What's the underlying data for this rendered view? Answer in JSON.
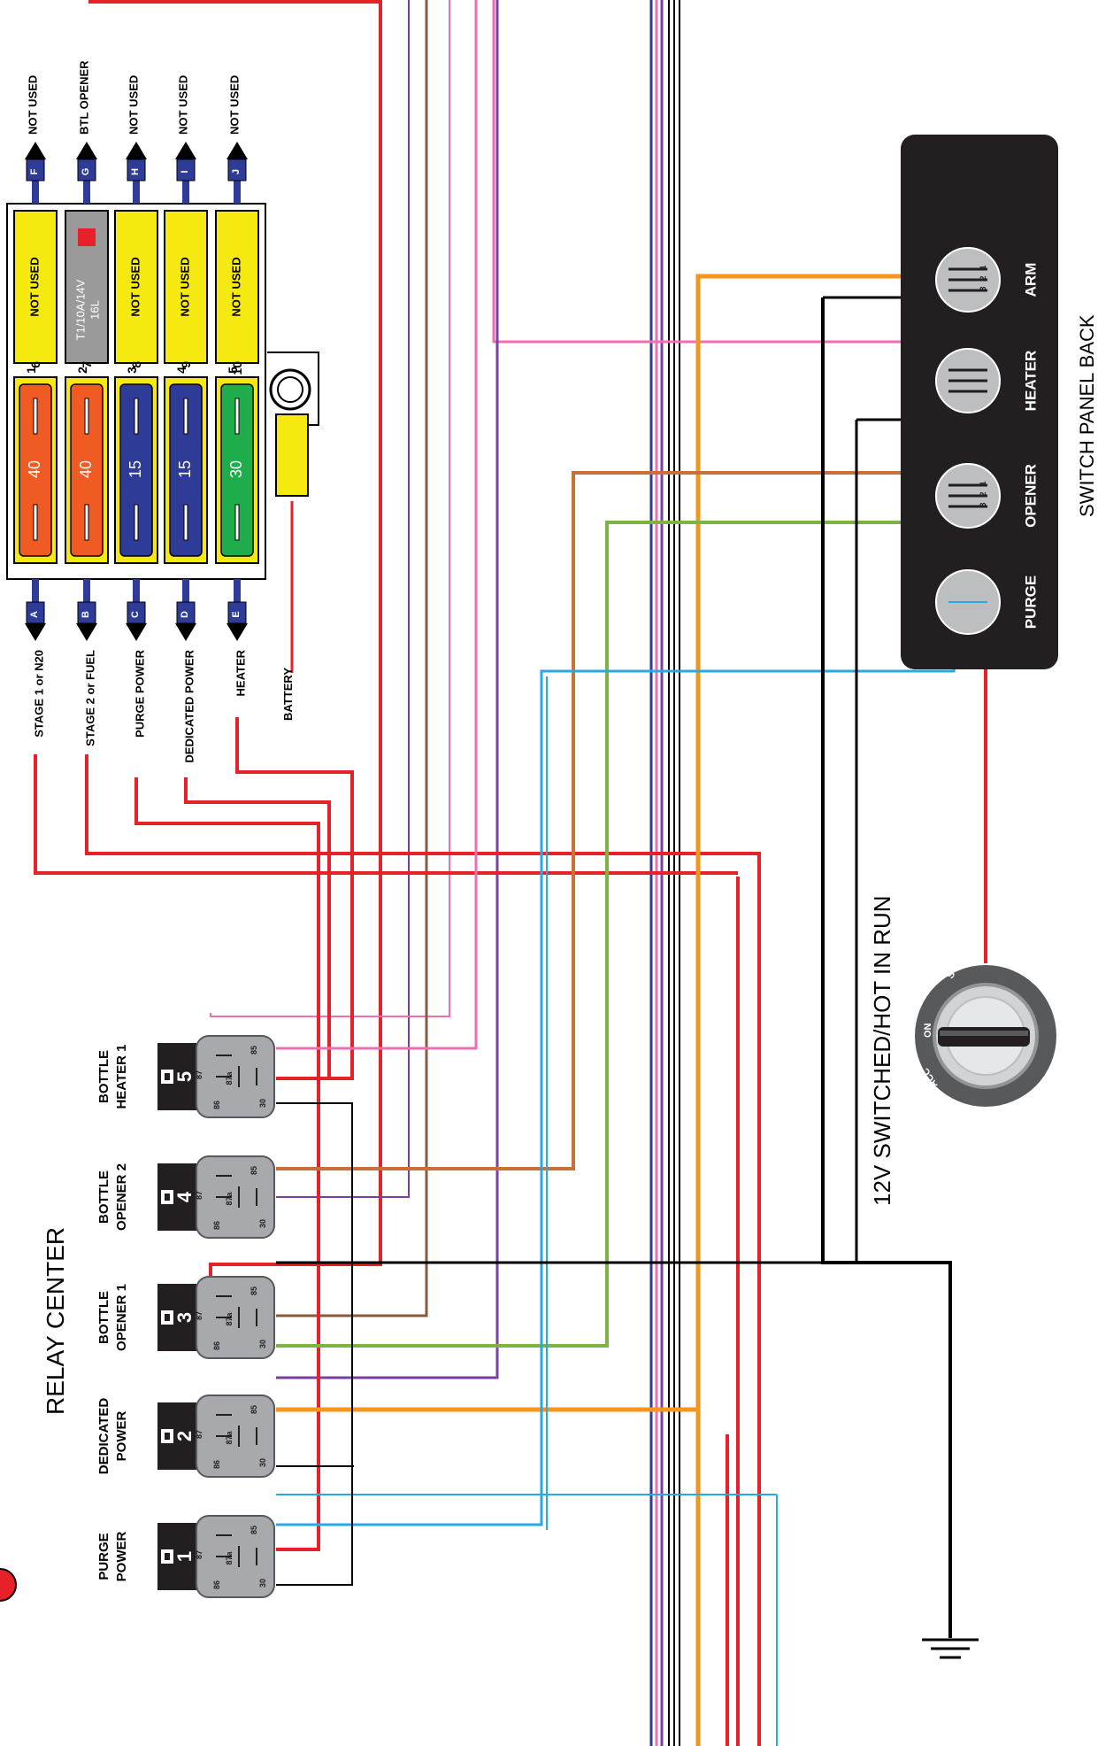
{
  "fuse_box": {
    "left_column": [
      {
        "position": "1",
        "rating": "40",
        "color": "#f05a23"
      },
      {
        "position": "2",
        "rating": "40",
        "color": "#f05a23"
      },
      {
        "position": "3",
        "rating": "15",
        "color": "#2e3b97"
      },
      {
        "position": "4",
        "rating": "15",
        "color": "#2e3b97"
      },
      {
        "position": "5",
        "rating": "30",
        "color": "#1fad4b"
      }
    ],
    "right_column": [
      {
        "position": "6",
        "label": "NOT USED",
        "color": "#f5e90f"
      },
      {
        "position": "7",
        "label_1": "T1/10A/14V",
        "label_2": "16L",
        "color": "#9a9a9a"
      },
      {
        "position": "8",
        "label": "NOT USED",
        "color": "#f5e90f"
      },
      {
        "position": "9",
        "label": "NOT USED",
        "color": "#f5e90f"
      },
      {
        "position": "10",
        "label": "NOT USED",
        "color": "#f5e90f"
      }
    ],
    "bottom_terminals": [
      {
        "letter": "A",
        "label": "STAGE 1 or N20"
      },
      {
        "letter": "B",
        "label": "STAGE 2 or FUEL"
      },
      {
        "letter": "C",
        "label": "PURGE POWER"
      },
      {
        "letter": "D",
        "label": "DEDICATED POWER"
      },
      {
        "letter": "E",
        "label": "HEATER"
      }
    ],
    "top_terminals": [
      {
        "letter": "F",
        "label": "NOT USED"
      },
      {
        "letter": "G",
        "label": "BTL OPENER"
      },
      {
        "letter": "H",
        "label": "NOT USED"
      },
      {
        "letter": "I",
        "label": "NOT USED"
      },
      {
        "letter": "J",
        "label": "NOT USED"
      }
    ],
    "battery_label": "BATTERY"
  },
  "relay_center": {
    "title": "RELAY CENTER",
    "relays": [
      {
        "number": "1",
        "label_1": "PURGE",
        "label_2": "POWER"
      },
      {
        "number": "2",
        "label_1": "DEDICATED",
        "label_2": "POWER"
      },
      {
        "number": "3",
        "label_1": "BOTTLE",
        "label_2": "OPENER 1"
      },
      {
        "number": "4",
        "label_1": "BOTTLE",
        "label_2": "OPENER 2"
      },
      {
        "number": "5",
        "label_1": "BOTTLE",
        "label_2": "HEATER 1"
      }
    ],
    "pins": {
      "p86": "86",
      "p87": "87",
      "p87a": "87a",
      "p85": "85",
      "p30": "30"
    }
  },
  "switch_panel": {
    "title": "SWITCH PANEL BACK",
    "switches": [
      "PURGE",
      "OPENER",
      "HEATER",
      "ARM"
    ],
    "terminal_numbers": [
      "1",
      "2",
      "3"
    ]
  },
  "ignition": {
    "title": "12V SWITCHED/HOT IN RUN",
    "positions": [
      "START",
      "ON",
      "ACC",
      "OFF"
    ]
  },
  "colors": {
    "red": "#e62129",
    "orange": "#f7941d",
    "pink": "#ef6fb2",
    "purple": "#7b3fa0",
    "brown": "#8b5a3c",
    "light_blue": "#27aae1",
    "blue": "#2e3b97",
    "green": "#1fad4b",
    "fuse_yellow": "#f5e90f",
    "panel_black": "#231f20",
    "relay_gray": "#a7a9ac"
  }
}
